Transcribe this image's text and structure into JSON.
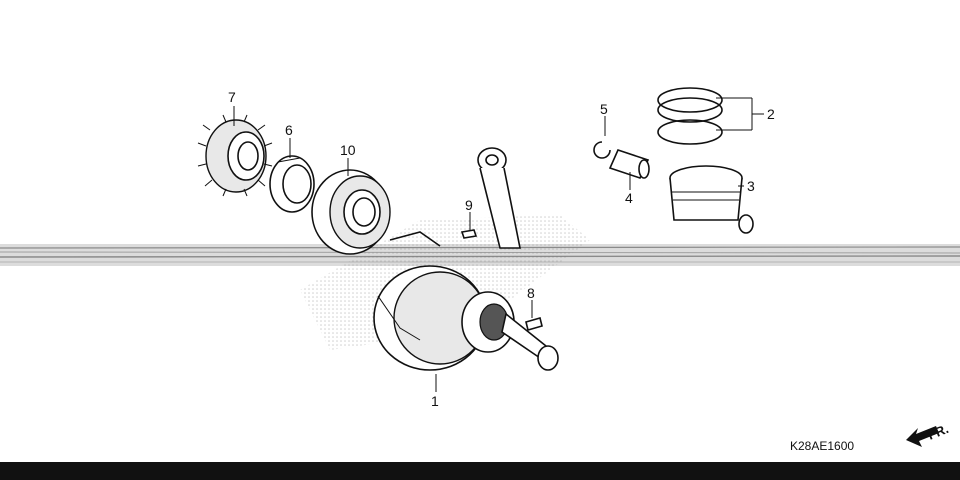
{
  "diagram": {
    "callouts": [
      {
        "id": "crankshaft",
        "label": "1"
      },
      {
        "id": "piston-rings",
        "label": "2"
      },
      {
        "id": "piston",
        "label": "3"
      },
      {
        "id": "piston-pin",
        "label": "4"
      },
      {
        "id": "pin-clip-top",
        "label": "5"
      },
      {
        "id": "spacer-collar",
        "label": "6"
      },
      {
        "id": "drive-gear",
        "label": "7"
      },
      {
        "id": "woodruff-key",
        "label": "8"
      },
      {
        "id": "key-small",
        "label": "9"
      },
      {
        "id": "ball-bearing",
        "label": "10"
      }
    ],
    "diagram_code": "K28AE1600",
    "direction_label": "FR.",
    "colors": {
      "ink": "#111111",
      "background": "#ffffff",
      "footer_bar": "#111111",
      "noise_band": "#8a8a8a",
      "watermark": "#d8d8d8"
    }
  }
}
